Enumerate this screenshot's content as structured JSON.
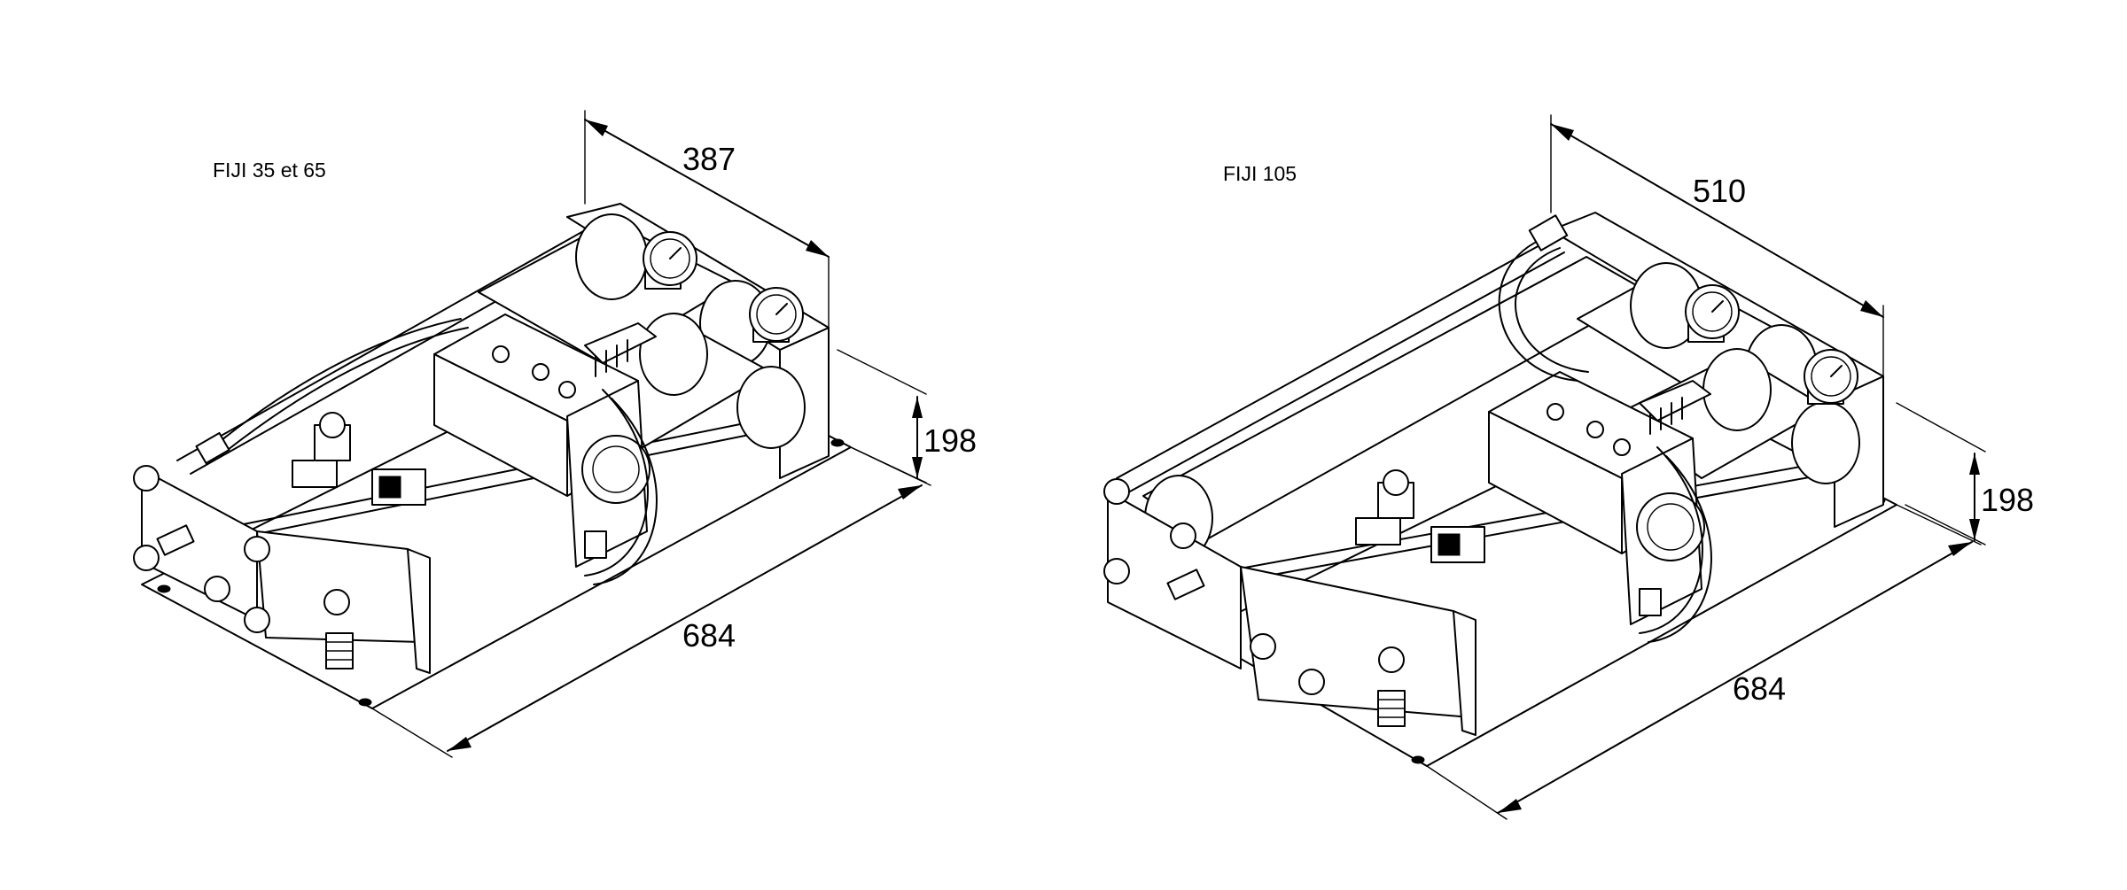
{
  "drawings": [
    {
      "label": "FIJI 35 et 65",
      "dimensions": {
        "width": "387",
        "height": "198",
        "length": "684"
      }
    },
    {
      "label": "FIJI 105",
      "dimensions": {
        "width": "510",
        "height": "198",
        "length": "684"
      }
    }
  ]
}
